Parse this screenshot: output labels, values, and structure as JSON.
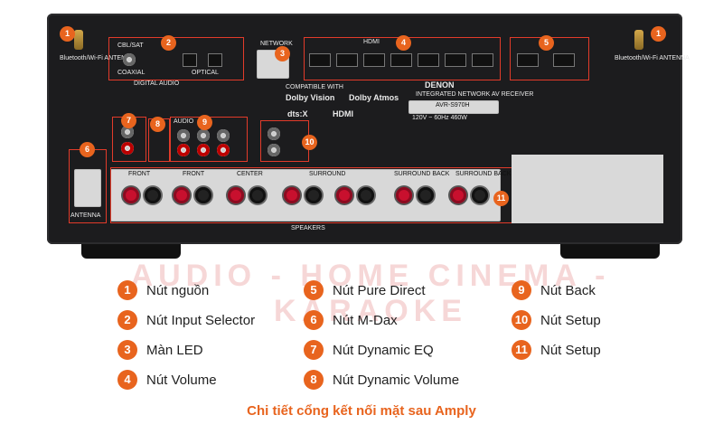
{
  "watermark": "AUDIO - HOME CINEMA - KARAOKE",
  "panel": {
    "antenna_label": "Bluetooth/Wi-Fi\nANTENNA",
    "network": "NETWORK",
    "hdmi": "HDMI",
    "cbl_sat": "CBL/SAT",
    "coaxial": "COAXIAL",
    "optical": "OPTICAL",
    "digital_audio": "DIGITAL AUDIO",
    "compatible": "COMPATIBLE WITH",
    "dolby_vision": "Dolby Vision",
    "dolby_atmos": "Dolby Atmos",
    "dtsx": "dts:X",
    "hdmi_logo": "HDMI",
    "brand": "DENON",
    "brand_sub": "INTEGRATED NETWORK\nAV RECEIVER",
    "model": "AVR-S970H",
    "power": "120V ~ 60Hz 460W",
    "audio": "AUDIO",
    "antenna_fm_am": "ANTENNA",
    "front": "FRONT",
    "center": "CENTER",
    "surround": "SURROUND",
    "surround_back": "SURROUND BACK",
    "speakers": "SPEAKERS"
  },
  "legend": [
    {
      "n": "1",
      "label": "Nút nguồn"
    },
    {
      "n": "2",
      "label": "Nút Input Selector"
    },
    {
      "n": "3",
      "label": "Màn LED"
    },
    {
      "n": "4",
      "label": "Nút Volume"
    },
    {
      "n": "5",
      "label": "Nút Pure Direct"
    },
    {
      "n": "6",
      "label": "Nút M-Dax"
    },
    {
      "n": "7",
      "label": "Nút Dynamic EQ"
    },
    {
      "n": "8",
      "label": "Nút Dynamic Volume"
    },
    {
      "n": "9",
      "label": "Nút Back"
    },
    {
      "n": "10",
      "label": "Nút Setup"
    },
    {
      "n": "11",
      "label": "Nút Setup"
    }
  ],
  "caption": "Chi tiết cổng kết nối mặt sau Amply",
  "colors": {
    "accent": "#e8641e",
    "panel": "#1c1c1e",
    "red_post": "#c8102e"
  }
}
